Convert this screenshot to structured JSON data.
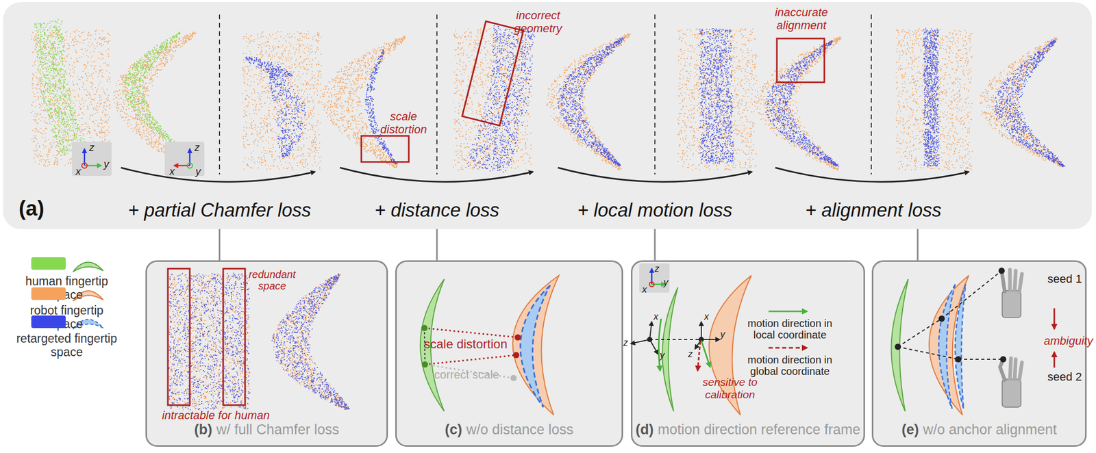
{
  "diagram": {
    "nodes": [
      {
        "text": [
          "(a)",
          "+ partial Chamfer loss",
          "+ distance loss",
          "+ local motion loss",
          "+ alignment loss"
        ]
      },
      {
        "text": [
          "(b)",
          "w/ full Chamfer loss"
        ]
      },
      {
        "text": [
          "(c)",
          "w/o distance loss"
        ]
      },
      {
        "text": [
          "(d)",
          "motion direction reference frame"
        ]
      },
      {
        "text": [
          "(e)",
          "w/o anchor alignment"
        ]
      }
    ],
    "edges": [
      {
        "from": 0,
        "to": 1,
        "arrow": "none"
      },
      {
        "from": 0,
        "to": 2,
        "arrow": "none"
      },
      {
        "from": 0,
        "to": 3,
        "arrow": "none"
      },
      {
        "from": 0,
        "to": 4,
        "arrow": "none"
      }
    ],
    "labels": [
      "incorrect geometry",
      "scale distortion",
      "inaccurate alignment",
      "z",
      "y",
      "x",
      "z",
      "x",
      "y",
      "redundant space",
      "intractable for human",
      "scale distortion",
      "correct scale",
      "z",
      "y",
      "x",
      "x",
      "z",
      "y",
      "x",
      "z",
      "y",
      "motion direction in local coordinate",
      "motion direction in global coordinate",
      "sensitive to calibration",
      "seed 1",
      "seed 2",
      "ambiguity"
    ],
    "legend": [
      {
        "text": "human fingertip space",
        "color": "#86d84f"
      },
      {
        "text": "robot fingertip space",
        "color": "#f5a25d"
      },
      {
        "text": "retargeted fingertip space",
        "color": "#3b46e8"
      }
    ]
  }
}
